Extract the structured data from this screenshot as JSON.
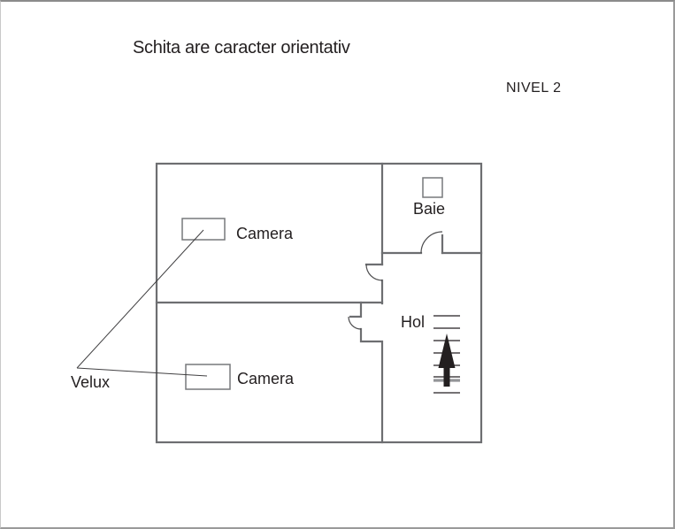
{
  "title": "Schita are caracter orientativ",
  "level_label": "NIVEL 2",
  "rooms": {
    "camera_top": "Camera",
    "camera_bottom": "Camera",
    "baie": "Baie",
    "hol": "Hol"
  },
  "annotations": {
    "velux": "Velux"
  },
  "stairs": {
    "direction": "up",
    "step_count": 7
  },
  "colors": {
    "background": "#ffffff",
    "text": "#231f20",
    "wall": "#6d6e71",
    "door_arc": "#4c4c4e",
    "fixture_outline": "#77787b",
    "annotation_line": "#414042",
    "stair_step": "#231f20",
    "stair_band": "#939598",
    "arrow": "#231f20",
    "page_border": "#9a9a9a"
  }
}
